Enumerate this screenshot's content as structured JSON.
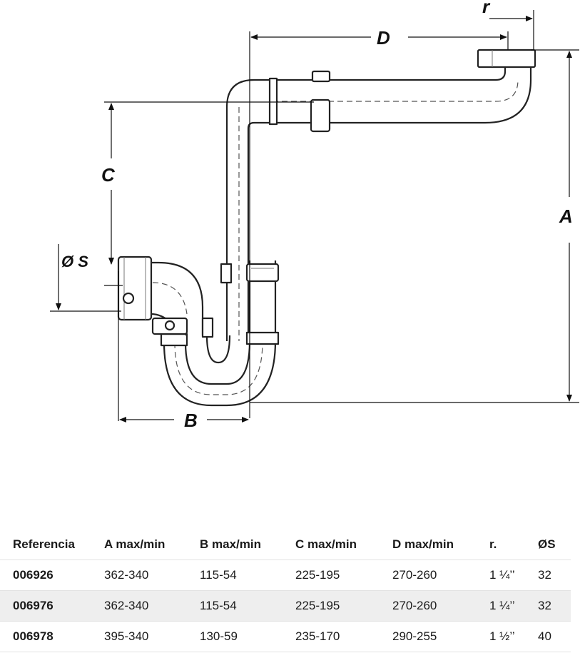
{
  "diagram": {
    "labels": {
      "r": "r",
      "d": "D",
      "c": "C",
      "a": "A",
      "s": "Ø S",
      "b": "B"
    }
  },
  "table": {
    "headers": [
      "Referencia",
      "A max/min",
      "B max/min",
      "C max/min",
      "D max/min",
      "r.",
      "ØS"
    ],
    "rows": [
      [
        "006926",
        "362-340",
        "115-54",
        "225-195",
        "270-260",
        "1 ¼’’",
        "32"
      ],
      [
        "006976",
        "362-340",
        "115-54",
        "225-195",
        "270-260",
        "1 ¼’’",
        "32"
      ],
      [
        "006978",
        "395-340",
        "130-59",
        "235-170",
        "290-255",
        "1 ½’’",
        "40"
      ]
    ]
  }
}
